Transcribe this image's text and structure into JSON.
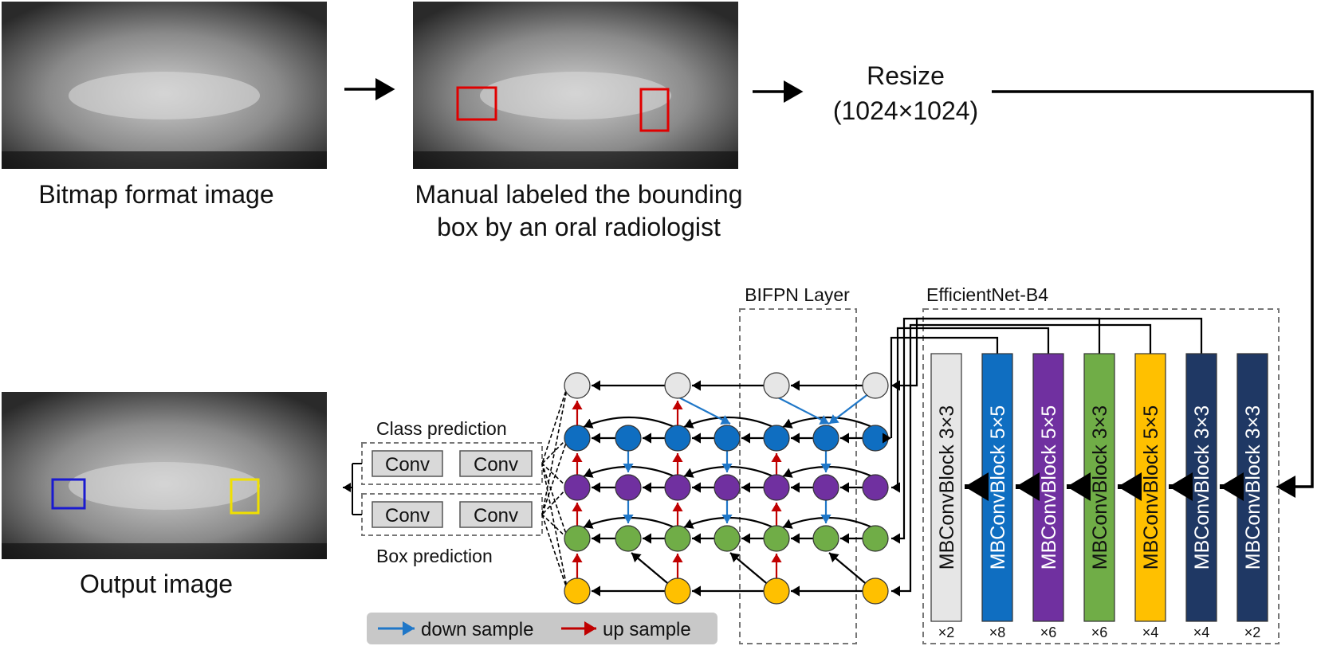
{
  "top": {
    "bitmap_caption": "Bitmap format image",
    "labeled_caption_line1": "Manual labeled the bounding",
    "labeled_caption_line2": "box by an oral radiologist",
    "resize_line1": "Resize",
    "resize_line2": "(1024×1024)"
  },
  "output": {
    "caption": "Output image"
  },
  "heads": {
    "class_label": "Class prediction",
    "box_label": "Box prediction",
    "conv_label": "Conv"
  },
  "bifpn": {
    "title": "BIFPN Layer"
  },
  "backbone": {
    "title": "EfficientNet-B4",
    "blocks": [
      {
        "label": "MBConvBlock 3×3",
        "repeat": "×2",
        "color": "#e6e6e6",
        "text_color": "#111111"
      },
      {
        "label": "MBConvBlock 5×5",
        "repeat": "×8",
        "color": "#0f6ec1",
        "text_color": "#ffffff"
      },
      {
        "label": "MBConvBlock 5×5",
        "repeat": "×6",
        "color": "#7030a0",
        "text_color": "#ffffff"
      },
      {
        "label": "MBConvBlock 3×3",
        "repeat": "×6",
        "color": "#70ad47",
        "text_color": "#111111"
      },
      {
        "label": "MBConvBlock 5×5",
        "repeat": "×4",
        "color": "#ffc000",
        "text_color": "#111111"
      },
      {
        "label": "MBConvBlock 3×3",
        "repeat": "×4",
        "color": "#1f3864",
        "text_color": "#ffffff"
      },
      {
        "label": "MBConvBlock 3×3",
        "repeat": "×2",
        "color": "#1f3864",
        "text_color": "#ffffff"
      }
    ]
  },
  "legend": {
    "down_label": "down sample",
    "up_label": "up sample",
    "down_color": "#1f77c8",
    "up_color": "#c00000"
  },
  "node_colors": [
    "#e6e6e6",
    "#0f6ec1",
    "#7030a0",
    "#70ad47",
    "#ffc000"
  ],
  "box_colors": {
    "manual": "#e00000",
    "pred_left": "#1a1ad0",
    "pred_right": "#f0e000"
  }
}
